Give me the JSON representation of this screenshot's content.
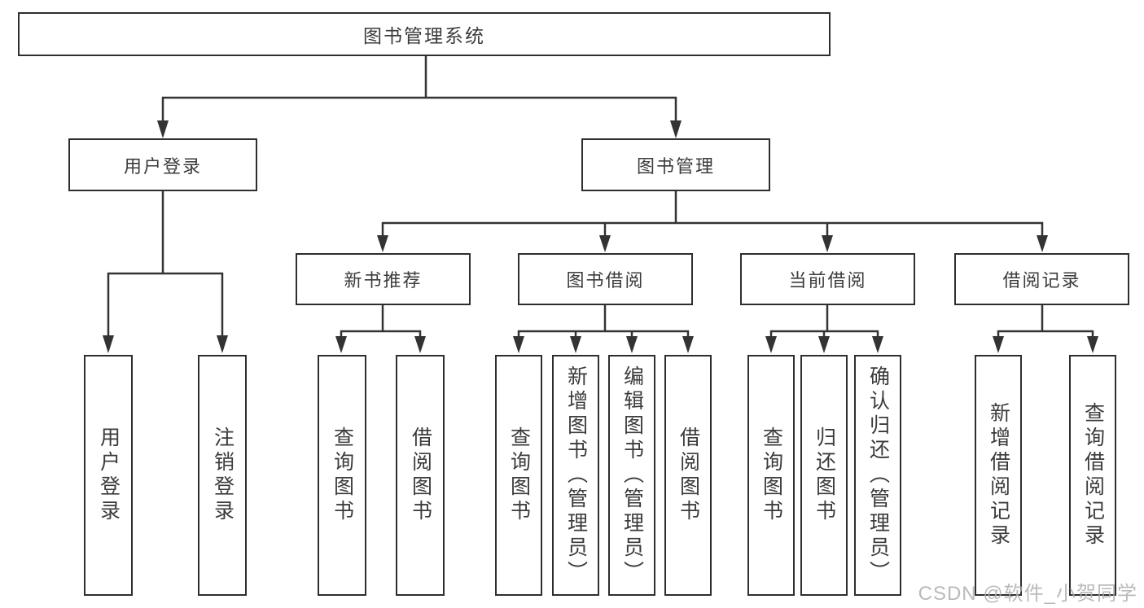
{
  "diagram": {
    "root": {
      "label": "图书管理系统"
    },
    "user_login": {
      "label": "用户登录",
      "children": [
        {
          "label": "用户登录"
        },
        {
          "label": "注销登录"
        }
      ]
    },
    "book_management": {
      "label": "图书管理",
      "sections": [
        {
          "label": "新书推荐",
          "children": [
            {
              "label": "查询图书"
            },
            {
              "label": "借阅图书"
            }
          ]
        },
        {
          "label": "图书借阅",
          "children": [
            {
              "label": "查询图书"
            },
            {
              "label": "新增图书（管理员）"
            },
            {
              "label": "编辑图书（管理员）"
            },
            {
              "label": "借阅图书"
            }
          ]
        },
        {
          "label": "当前借阅",
          "children": [
            {
              "label": "查询图书"
            },
            {
              "label": "归还图书"
            },
            {
              "label": "确认归还（管理员）"
            }
          ]
        },
        {
          "label": "借阅记录",
          "children": [
            {
              "label": "新增借阅记录"
            },
            {
              "label": "查询借阅记录"
            }
          ]
        }
      ]
    }
  },
  "watermark": {
    "text": "CSDN @软件_小贺同学"
  },
  "colors": {
    "line": "#333333",
    "box_border": "#2e2e2e",
    "text": "#3b3b3b",
    "background": "#ffffff",
    "watermark": "#aeaeae"
  }
}
